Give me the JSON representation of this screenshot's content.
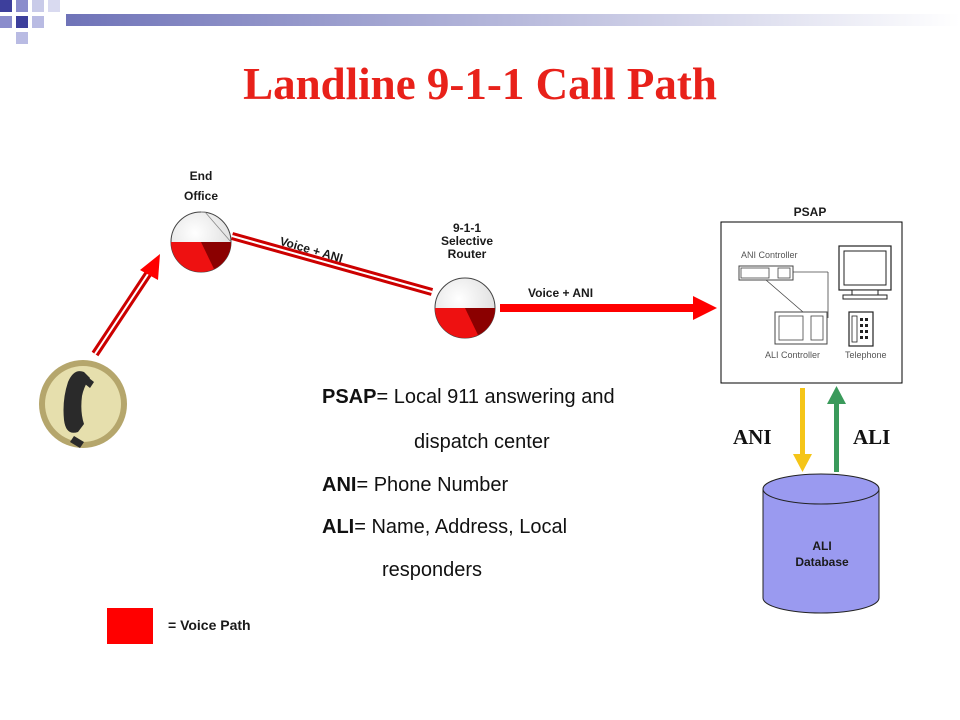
{
  "slide": {
    "title": "Landline 9-1-1 Call Path"
  },
  "nodes": {
    "end_office": {
      "line1": "End",
      "line2": "Office"
    },
    "selective_router": {
      "line1": "9-1-1",
      "line2": "Selective",
      "line3": "Router"
    },
    "psap": {
      "label": "PSAP",
      "ani_controller": "ANI Controller",
      "ali_controller": "ALI Controller",
      "telephone": "Telephone"
    },
    "ali_database": {
      "line1": "ALI",
      "line2": "Database"
    }
  },
  "connections": {
    "office_to_router": "Voice + ANI",
    "router_to_psap": "Voice + ANI",
    "ani_arrow": "ANI",
    "ali_arrow": "ALI"
  },
  "definitions": [
    {
      "term": "PSAP",
      "text": "= Local 911 answering and",
      "cont": "dispatch center"
    },
    {
      "term": "ANI",
      "text": "= Phone Number"
    },
    {
      "term": "ALI",
      "text": "= Name, Address, Local",
      "cont": "responders"
    }
  ],
  "legend": {
    "label": "= Voice Path",
    "color": "#ff0000"
  },
  "colors": {
    "title": "#e8211a",
    "voice_path": "#ff0000",
    "ani_arrow": "#f5c518",
    "ali_arrow": "#3a9a5b",
    "database": "#9a9af0"
  },
  "icons": [
    "phone-handset-icon",
    "switch-sphere-icon",
    "monitor-icon",
    "telephone-icon",
    "database-cylinder-icon"
  ]
}
